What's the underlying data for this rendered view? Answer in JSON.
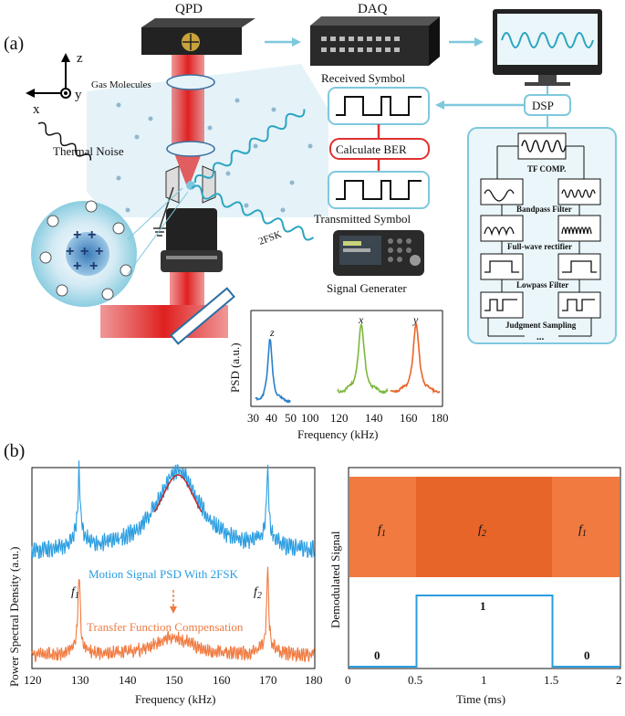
{
  "panel_a": {
    "label": "(a)",
    "qpd": "QPD",
    "daq": "DAQ",
    "axis_z": "z",
    "axis_y": "y",
    "axis_x": "x",
    "gas_molecules": "Gas Molecules",
    "thermal_noise": "Thermal Noise",
    "fsk": "2FSK",
    "received_symbol": "Received Symbol",
    "calculate_ber": "Calculate BER",
    "transmitted_symbol": "Transmitted Symbol",
    "signal_generator": "Signal Generater",
    "dsp": "DSP",
    "dsp_steps": {
      "tf_comp": "TF COMP.",
      "bandpass": "Bandpass Filter",
      "fullwave": "Full-wave rectifier",
      "lowpass": "Lowpass Filter",
      "judgment": "Judgment Sampling",
      "ellipsis": "..."
    },
    "colors": {
      "light_blue": "#7ec8dd",
      "laser_red": "#e03030",
      "z_blue": "#2a7fc9",
      "x_green": "#7cb83a",
      "y_orange": "#e8652a"
    }
  },
  "psd_inset": {
    "ylabel": "PSD (a.u.)",
    "xlabel": "Frequency (kHz)",
    "xticks": [
      "30",
      "40",
      "50",
      "100",
      "120",
      "140",
      "160",
      "180"
    ],
    "peak_labels": [
      "z",
      "x",
      "y"
    ]
  },
  "panel_b": {
    "label": "(b)",
    "left": {
      "ylabel": "Power Spectral Density (a.u.)",
      "xlabel": "Frequency (kHz)",
      "xticks": [
        "120",
        "130",
        "140",
        "150",
        "160",
        "170",
        "180"
      ],
      "f1": "f",
      "f1_sub": "1",
      "f2": "f",
      "f2_sub": "2",
      "motion_text": "Motion Signal PSD With 2FSK",
      "transfer_text": "Transfer Function Compensation",
      "colors": {
        "blue": "#2a9de0",
        "red": "#c0282a",
        "orange": "#f07a40"
      }
    },
    "right": {
      "ylabel": "Demodulated Signal",
      "xlabel": "Time (ms)",
      "xticks": [
        "0",
        "0.5",
        "1",
        "1.5",
        "2"
      ],
      "seg_labels": [
        {
          "t": "f",
          "s": "1"
        },
        {
          "t": "f",
          "s": "2"
        },
        {
          "t": "f",
          "s": "1"
        }
      ],
      "bits": [
        "0",
        "1",
        "0"
      ],
      "colors": {
        "orange": "#f07a40",
        "dark_orange": "#e8652a",
        "blue": "#2a9de0"
      }
    }
  }
}
